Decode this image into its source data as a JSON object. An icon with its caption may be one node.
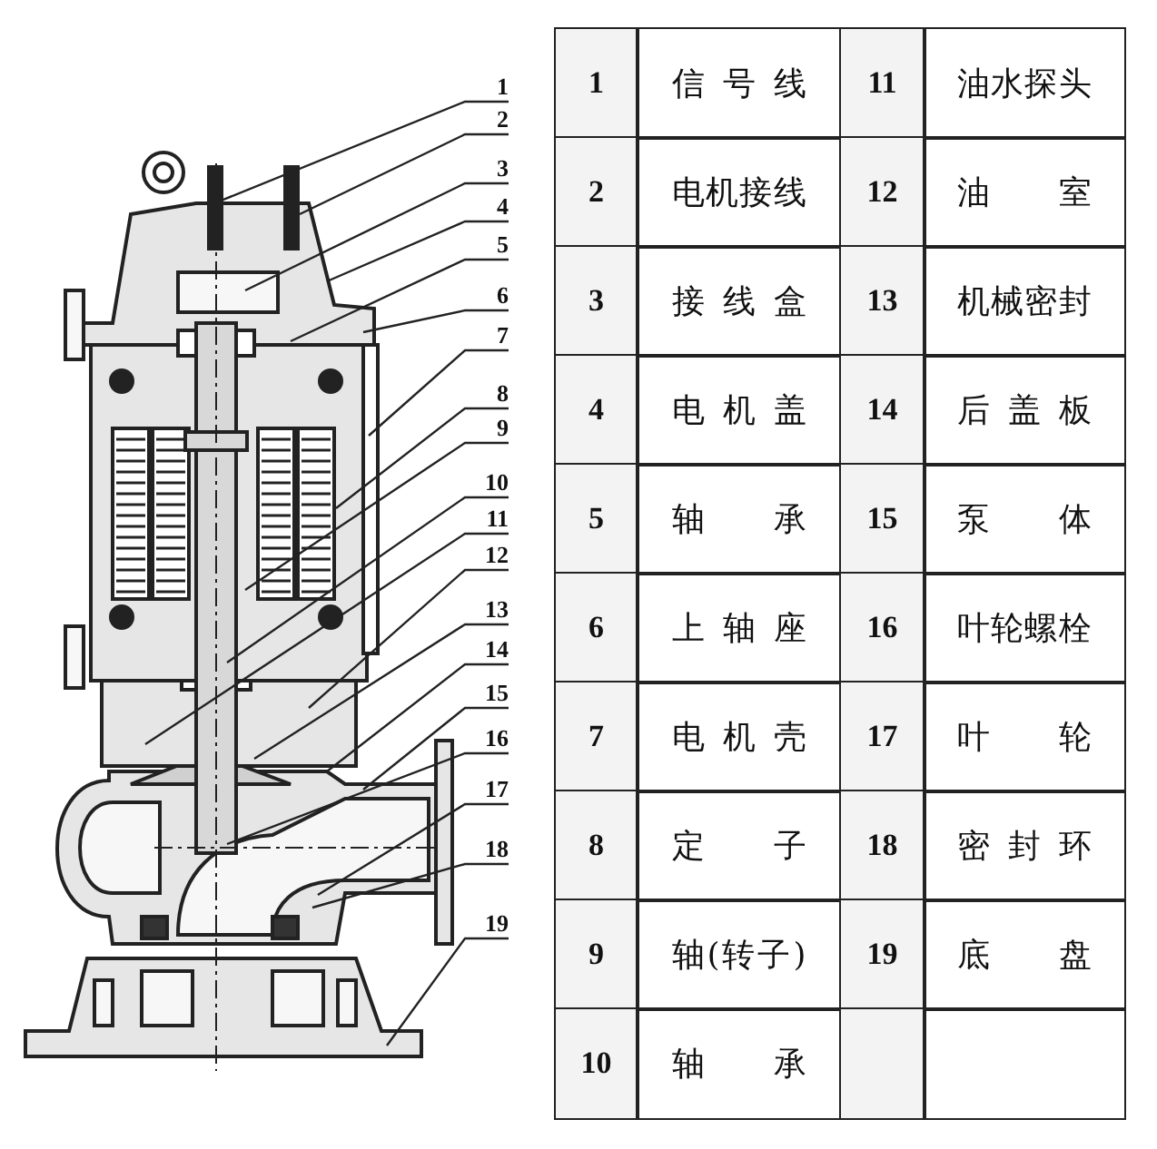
{
  "diagram": {
    "nodes": [
      {
        "text": [
          "1"
        ]
      },
      {
        "text": [
          "2"
        ]
      },
      {
        "text": [
          "3"
        ]
      },
      {
        "text": [
          "4"
        ]
      },
      {
        "text": [
          "5"
        ]
      },
      {
        "text": [
          "6"
        ]
      },
      {
        "text": [
          "7"
        ]
      },
      {
        "text": [
          "8"
        ]
      },
      {
        "text": [
          "9"
        ]
      },
      {
        "text": [
          "10"
        ]
      },
      {
        "text": [
          "11"
        ]
      },
      {
        "text": [
          "12"
        ]
      },
      {
        "text": [
          "13"
        ]
      },
      {
        "text": [
          "14"
        ]
      },
      {
        "text": [
          "15"
        ]
      },
      {
        "text": [
          "16"
        ]
      },
      {
        "text": [
          "17"
        ]
      },
      {
        "text": [
          "18"
        ]
      },
      {
        "text": [
          "19"
        ]
      }
    ],
    "edges": [
      {
        "from": 0,
        "to": null,
        "arrow": "none"
      },
      {
        "from": 1,
        "to": null,
        "arrow": "none"
      },
      {
        "from": 2,
        "to": null,
        "arrow": "none"
      },
      {
        "from": 3,
        "to": null,
        "arrow": "none"
      },
      {
        "from": 4,
        "to": null,
        "arrow": "none"
      },
      {
        "from": 5,
        "to": null,
        "arrow": "none"
      },
      {
        "from": 6,
        "to": null,
        "arrow": "none"
      },
      {
        "from": 7,
        "to": null,
        "arrow": "none"
      },
      {
        "from": 8,
        "to": null,
        "arrow": "none"
      },
      {
        "from": 9,
        "to": null,
        "arrow": "none"
      },
      {
        "from": 10,
        "to": null,
        "arrow": "none"
      },
      {
        "from": 11,
        "to": null,
        "arrow": "none"
      },
      {
        "from": 12,
        "to": null,
        "arrow": "none"
      },
      {
        "from": 13,
        "to": null,
        "arrow": "none"
      },
      {
        "from": 14,
        "to": null,
        "arrow": "none"
      },
      {
        "from": 15,
        "to": null,
        "arrow": "none"
      },
      {
        "from": 16,
        "to": null,
        "arrow": "none"
      },
      {
        "from": 17,
        "to": null,
        "arrow": "none"
      },
      {
        "from": 18,
        "to": null,
        "arrow": "none"
      }
    ],
    "labels": [
      "1",
      "信号线",
      "11",
      "油水探头",
      "2",
      "电机接线",
      "12",
      "油室",
      "3",
      "接线盒",
      "13",
      "机械密封",
      "4",
      "电机盖",
      "14",
      "后盖板",
      "5",
      "轴承",
      "15",
      "泵体",
      "6",
      "上轴座",
      "16",
      "叶轮螺栓",
      "7",
      "电机壳",
      "17",
      "叶轮",
      "8",
      "定子",
      "18",
      "密封环",
      "9",
      "轴(转子)",
      "19",
      "底盘",
      "10",
      "轴承"
    ]
  }
}
